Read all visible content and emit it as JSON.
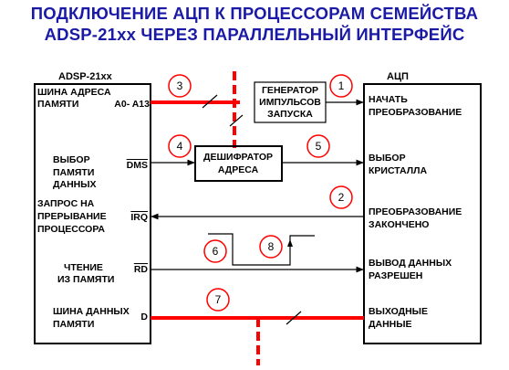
{
  "title": {
    "line1": "ПОДКЛЮЧЕНИЕ АЦП К ПРОЦЕССОРАМ СЕМЕЙСТВА",
    "line2": "ADSP-21xx ЧЕРЕЗ ПАРАЛЛЕЛЬНЫЙ ИНТЕРФЕЙС"
  },
  "colors": {
    "title": "#1a1aa6",
    "bus": "#ff0000",
    "wire": "#000000",
    "marker": "#ff0000"
  },
  "processor": {
    "name": "ADSP-21xx",
    "addr_bus": {
      "line1": "ШИНА АДРЕСА",
      "line2": "ПАМЯТИ",
      "pin": "A0- A13"
    },
    "mem_select": {
      "line1": "ВЫБОР",
      "line2": "ПАМЯТИ",
      "line3": "ДАННЫХ",
      "pin": "DMS"
    },
    "irq": {
      "line1": "ЗАПРОС НА",
      "line2": "ПРЕРЫВАНИЕ",
      "line3": "ПРОЦЕССОРА",
      "pin": "IRQ"
    },
    "read": {
      "line1": "ЧТЕНИЕ",
      "line2": "ИЗ ПАМЯТИ",
      "pin": "RD"
    },
    "data_bus": {
      "line1": "ШИНА ДАННЫХ",
      "line2": "ПАМЯТИ",
      "pin": "D"
    }
  },
  "adc": {
    "name": "АЦП",
    "start": {
      "line1": "НАЧАТЬ",
      "line2": "ПРЕОБРАЗОВАНИЕ"
    },
    "chip_select": {
      "line1": "ВЫБОР",
      "line2": "КРИСТАЛЛА"
    },
    "done": {
      "line1": "ПРЕОБРАЗОВАНИЕ",
      "line2": "ЗАКОНЧЕНО"
    },
    "output_enable": {
      "line1": "ВЫВОД ДАННЫХ",
      "line2": "РАЗРЕШЕН"
    },
    "output": {
      "line1": "ВЫХОДНЫЕ",
      "line2": "ДАННЫЕ"
    }
  },
  "generator": {
    "line1": "ГЕНЕРАТОР",
    "line2": "ИМПУЛЬСОВ",
    "line3": "ЗАПУСКА"
  },
  "decoder": {
    "line1": "ДЕШИФРАТОР",
    "line2": "АДРЕСА"
  },
  "markers": [
    "1",
    "2",
    "3",
    "4",
    "5",
    "6",
    "7",
    "8"
  ]
}
